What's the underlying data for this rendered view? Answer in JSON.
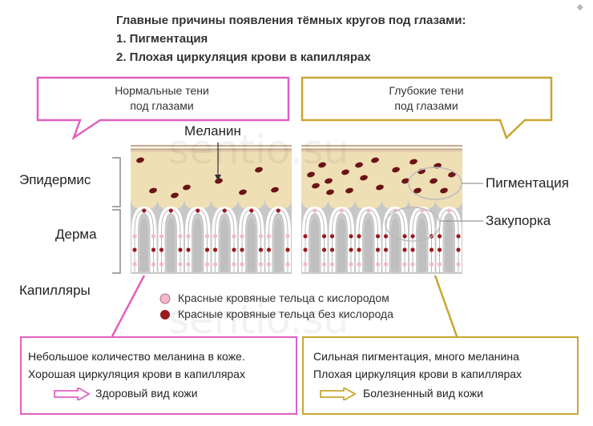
{
  "title": {
    "line1": "Главные причины появления тёмных кругов под глазами:",
    "line2": "1. Пигментация",
    "line3": "2. Плохая циркуляция крови в капиллярах"
  },
  "left_bubble": {
    "line1": "Нормальные тени",
    "line2": "под глазами"
  },
  "right_bubble": {
    "line1": "Глубокие тени",
    "line2": "под глазами"
  },
  "labels": {
    "melanin": "Меланин",
    "epidermis": "Эпидермис",
    "dermis": "Дерма",
    "capillaries": "Капилляры",
    "pigmentation": "Пигментация",
    "blockage": "Закупорка"
  },
  "legend": {
    "oxygenated": "Красные кровяные тельца с кислородом",
    "deoxygenated": "Красные кровяные тельца без кислорода"
  },
  "left_box": {
    "line1": "Небольшое количество меланина в коже.",
    "line2": "Хорошая циркуляция крови в капиллярах",
    "result": "Здоровый вид кожи"
  },
  "right_box": {
    "line1": "Сильная пигментация, много меланина",
    "line2": "Плохая циркуляция крови в капиллярах",
    "result": "Болезненный вид кожи"
  },
  "watermark": "sentio.su",
  "icons": {
    "result_arrow": "hollow-right-arrow-icon",
    "corner": "diamond-icon"
  },
  "colors": {
    "pink": "#e060c0",
    "gold": "#c8a632",
    "epidermis": "#efdfb5",
    "dermis": "#c8c8c8",
    "melanin": "#6b1418",
    "cell_with_oxygen": "#f2b8cc",
    "cell_without_oxygen": "#9a1a1e"
  }
}
